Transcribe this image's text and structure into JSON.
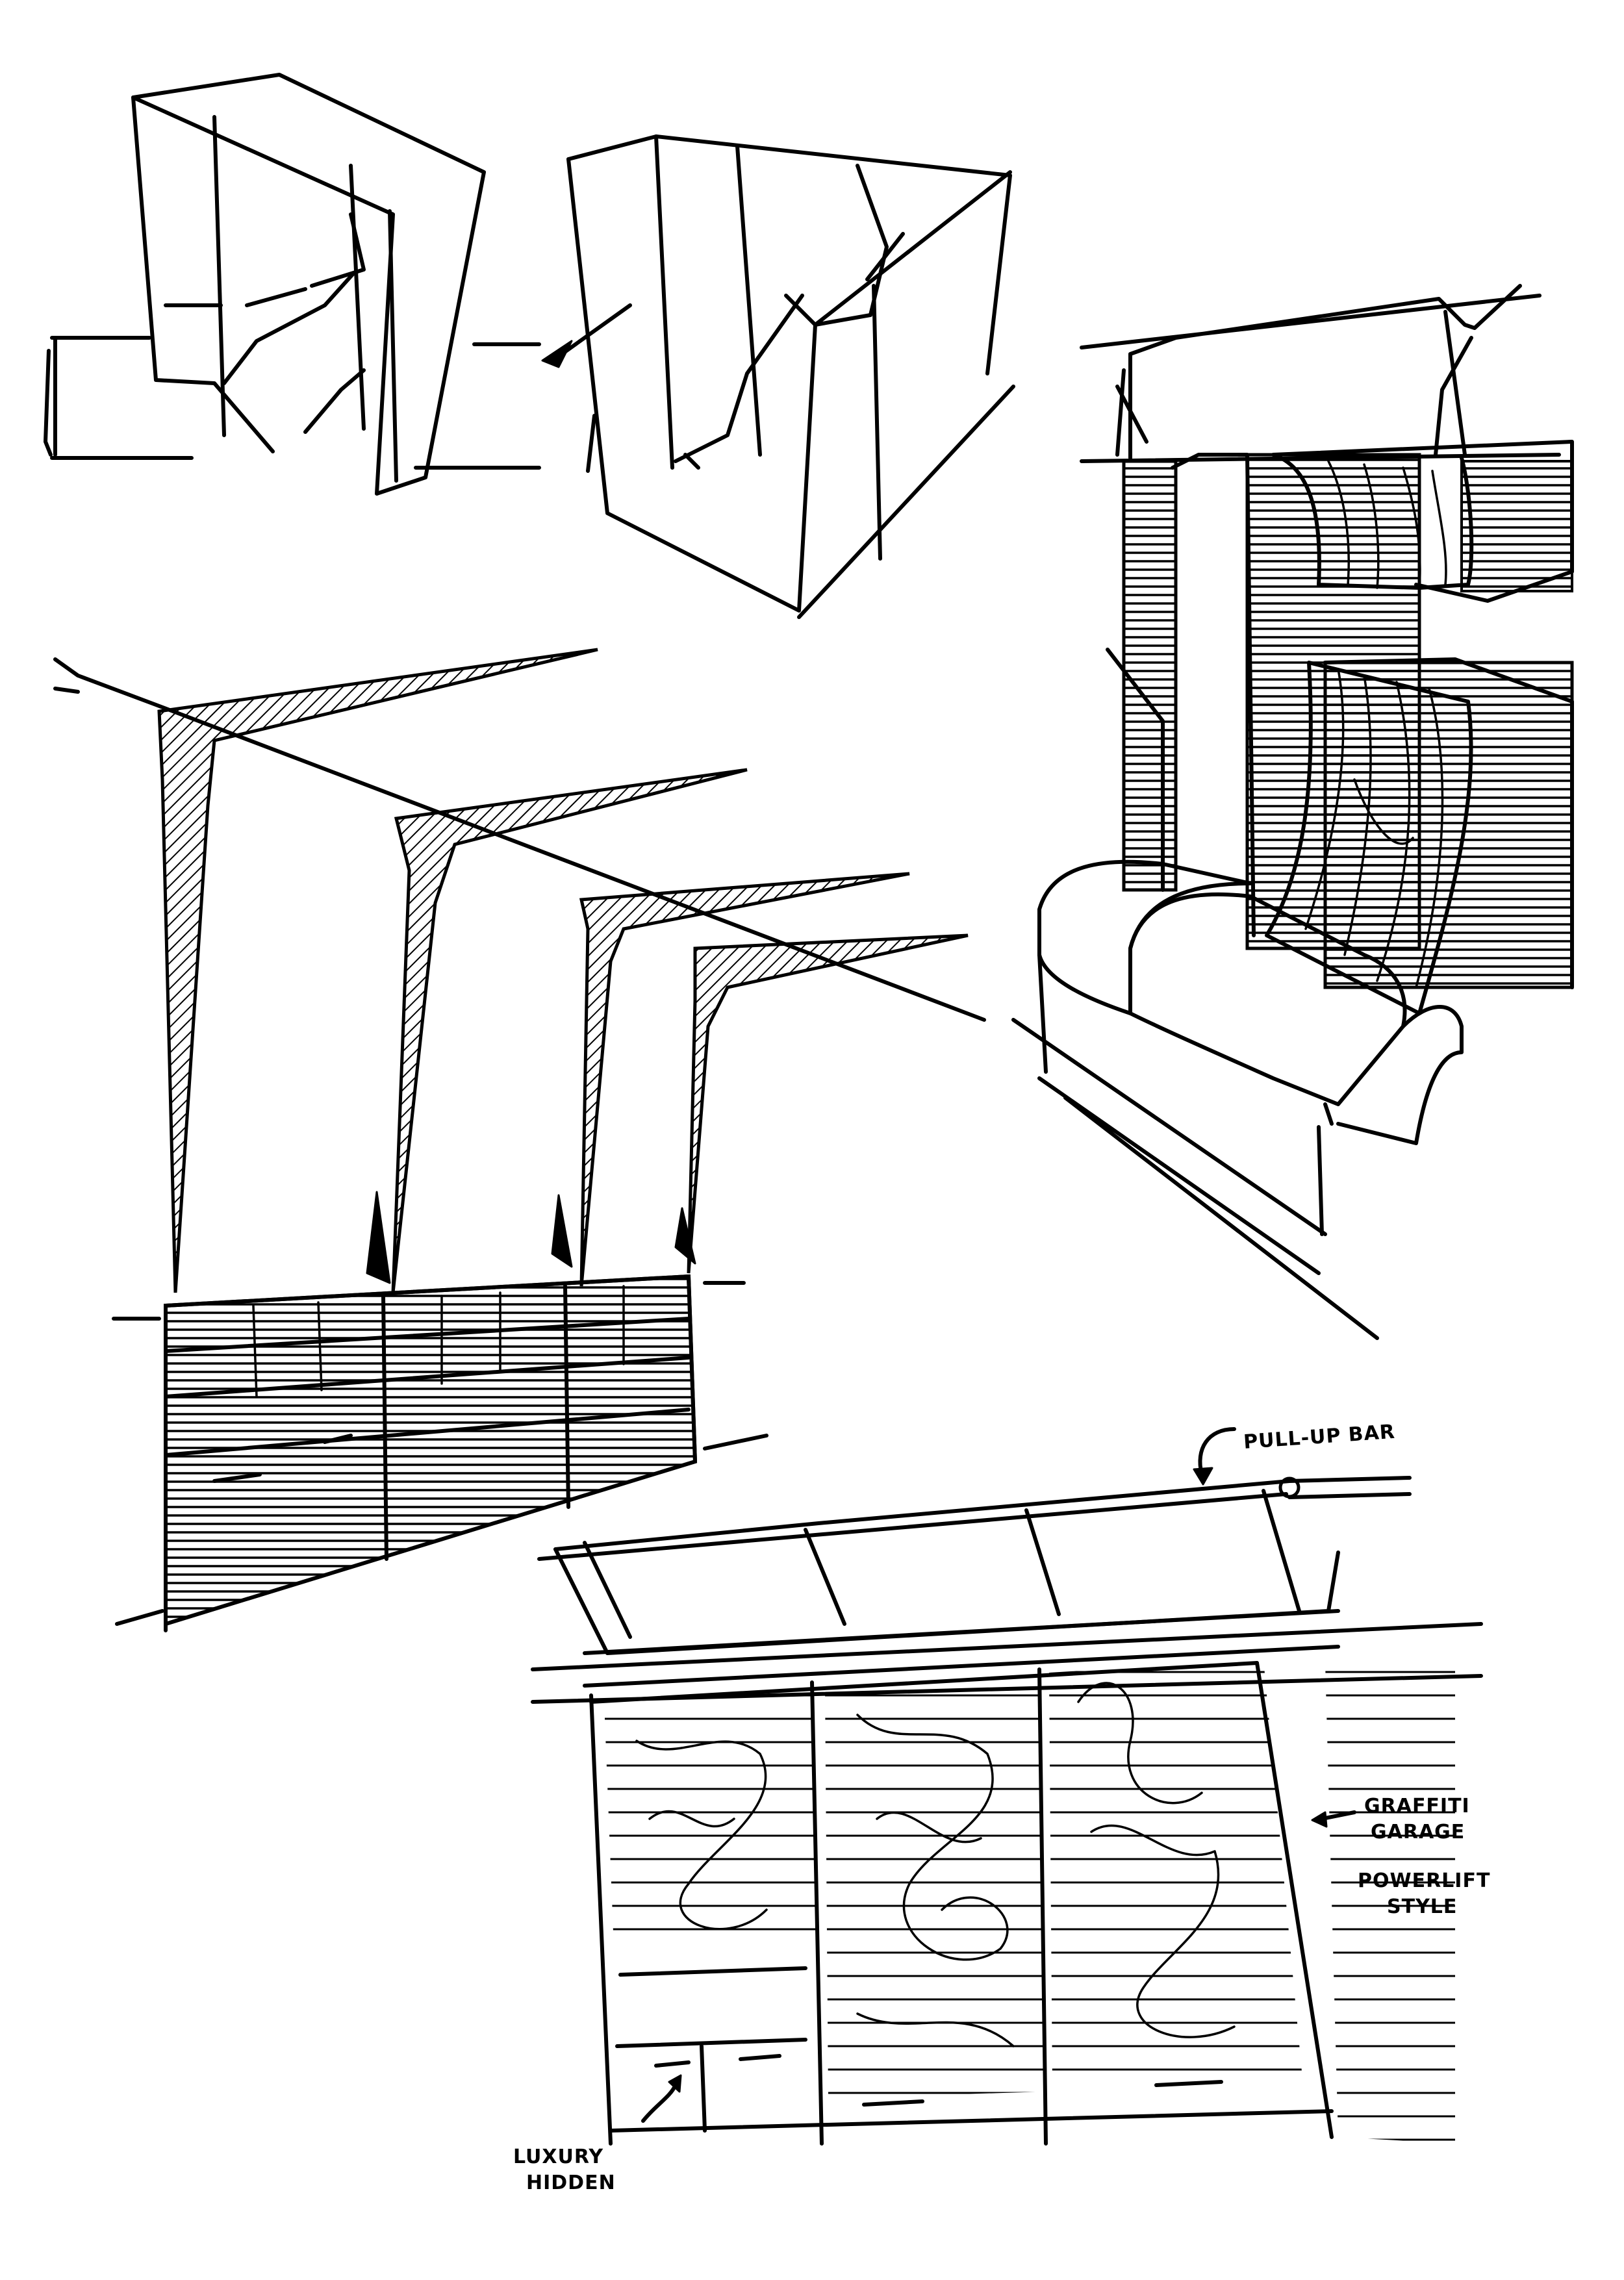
{
  "annotations": {
    "pull_up_bar": "PULL-UP BAR",
    "graffiti_line1": "GRAFFITI",
    "graffiti_line2": "GARAGE",
    "powerlift_line1": "POWERLIFT",
    "powerlift_line2": "STYLE",
    "luxury_line1": "LUXURY",
    "luxury_line2": "HIDDEN"
  }
}
